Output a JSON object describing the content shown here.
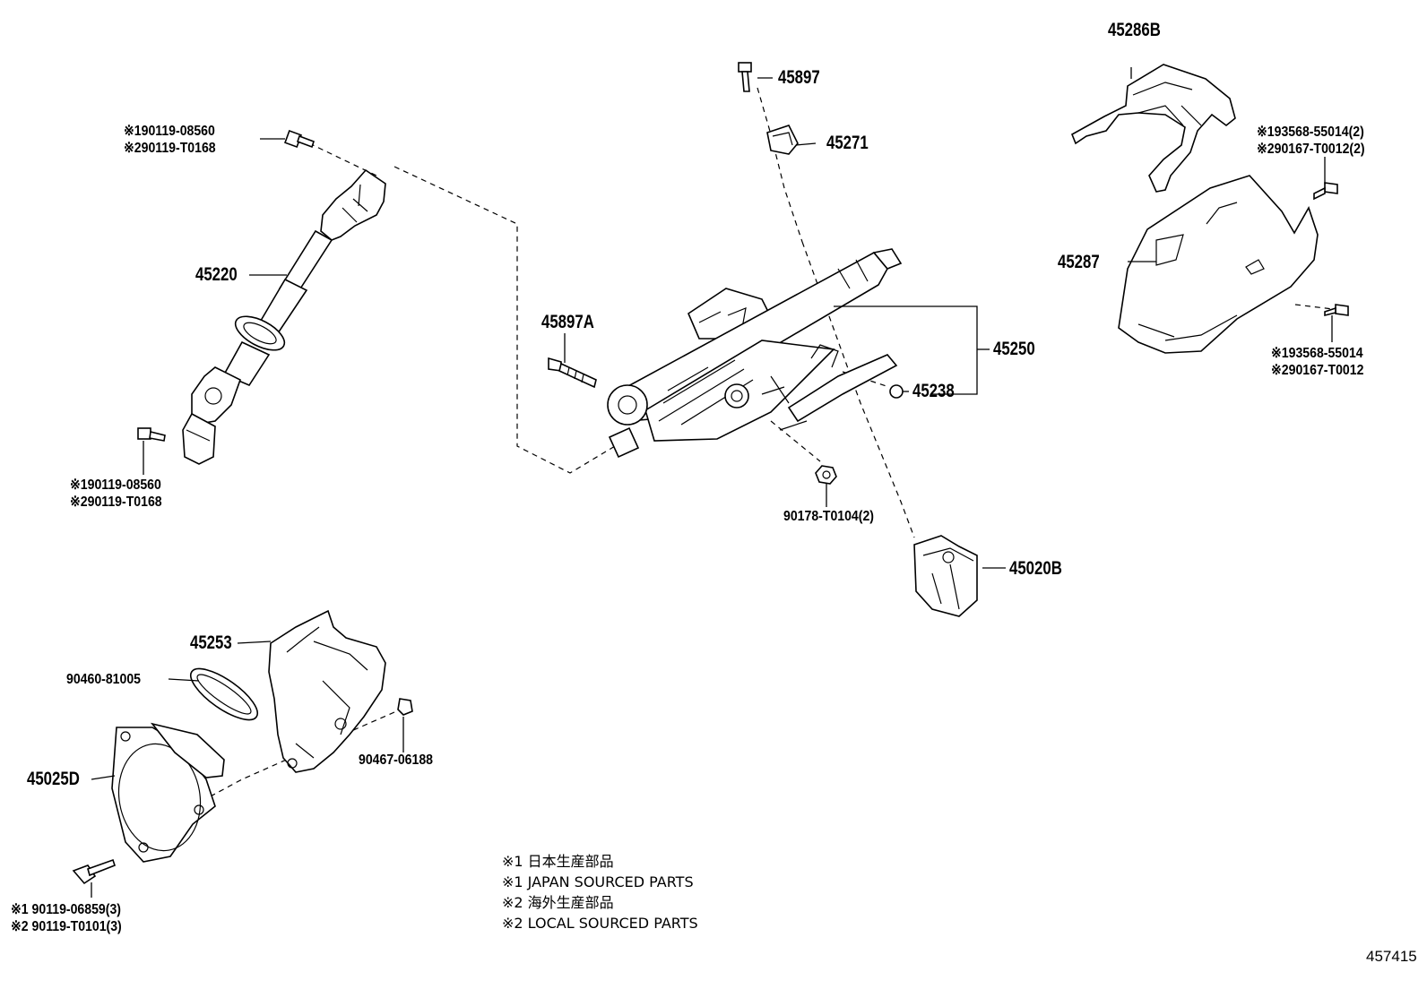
{
  "labels": {
    "p45286b": "45286B",
    "p45897": "45897",
    "p45271": "45271",
    "p45220": "45220",
    "p45897a": "45897A",
    "p45250": "45250",
    "p45238": "45238",
    "p45287": "45287",
    "p45020b": "45020B",
    "p45253": "45253",
    "p90460": "90460-81005",
    "p90467": "90467-06188",
    "p45025d": "45025D",
    "p90178": "90178-T0104(2)"
  },
  "multi_labels": {
    "bolt_top_left": [
      "※190119-08560",
      "※290119-T0168"
    ],
    "bolt_lower_left": [
      "※190119-08560",
      "※290119-T0168"
    ],
    "screw_top_right": [
      "※193568-55014(2)",
      "※290167-T0012(2)"
    ],
    "screw_right": [
      "※193568-55014",
      "※290167-T0012"
    ],
    "bolt_bottom_left": [
      "※1 90119-06859(3)",
      "※2 90119-T0101(3)"
    ]
  },
  "legend": [
    "※1 日本生産部品",
    "※1 JAPAN SOURCED PARTS",
    "※2 海外生産部品",
    "※2 LOCAL SOURCED PARTS"
  ],
  "drawing_id": "457415"
}
